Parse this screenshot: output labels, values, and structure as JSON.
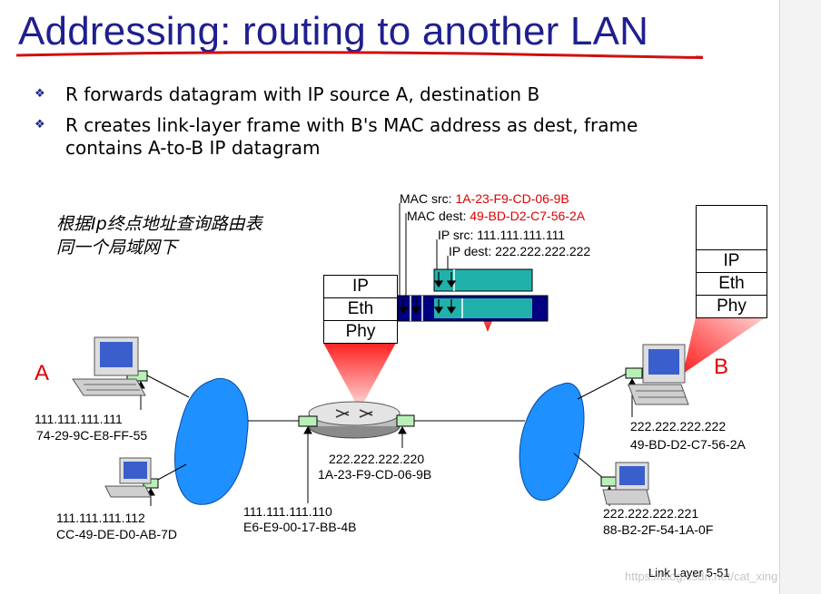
{
  "slide": {
    "title": "Addressing: routing to another LAN",
    "bullets": [
      {
        "lines": [
          "R forwards datagram with IP source A, destination B"
        ]
      },
      {
        "lines": [
          "R creates link-layer frame with B's MAC address as dest, frame",
          "contains A-to-B IP datagram"
        ]
      }
    ],
    "annotation": [
      "根据Ip终点地址查询路由表",
      "同一个局域网下"
    ],
    "frame_labels": {
      "mac_src_label": "MAC src: ",
      "mac_src_value": "1A-23-F9-CD-06-9B",
      "mac_dest_label": "MAC dest: ",
      "mac_dest_value": "49-BD-D2-C7-56-2A",
      "ip_src": "IP src: 111.111.111.111",
      "ip_dest": "IP dest: 222.222.222.222"
    },
    "router_stack": [
      "IP",
      "Eth",
      "Phy"
    ],
    "host_b_stack": [
      "IP",
      "Eth",
      "Phy"
    ],
    "host_a": {
      "letter": "A",
      "ip": "111.111.111.111",
      "mac": "74-29-9C-E8-FF-55"
    },
    "host_112": {
      "ip": "111.111.111.112",
      "mac": "CC-49-DE-D0-AB-7D"
    },
    "router_left": {
      "ip": "111.111.111.110",
      "mac": "E6-E9-00-17-BB-4B"
    },
    "router_right": {
      "ip": "222.222.222.220",
      "mac": "1A-23-F9-CD-06-9B"
    },
    "host_b": {
      "letter": "B",
      "ip": "222.222.222.222",
      "mac": "49-BD-D2-C7-56-2A"
    },
    "host_221": {
      "ip": "222.222.222.221",
      "mac": "88-B2-2F-54-1A-0F"
    },
    "footer": "Link Layer  5-51",
    "watermark": "https://blog.csdn.net/cat_xing"
  },
  "colors": {
    "title": "#1f1f8f",
    "red_text": "#e00000",
    "cloud": "#1e90ff",
    "frame_navy": "#000080",
    "datagram_teal": "#20b2aa",
    "interface_green": "#b8f0b8"
  }
}
